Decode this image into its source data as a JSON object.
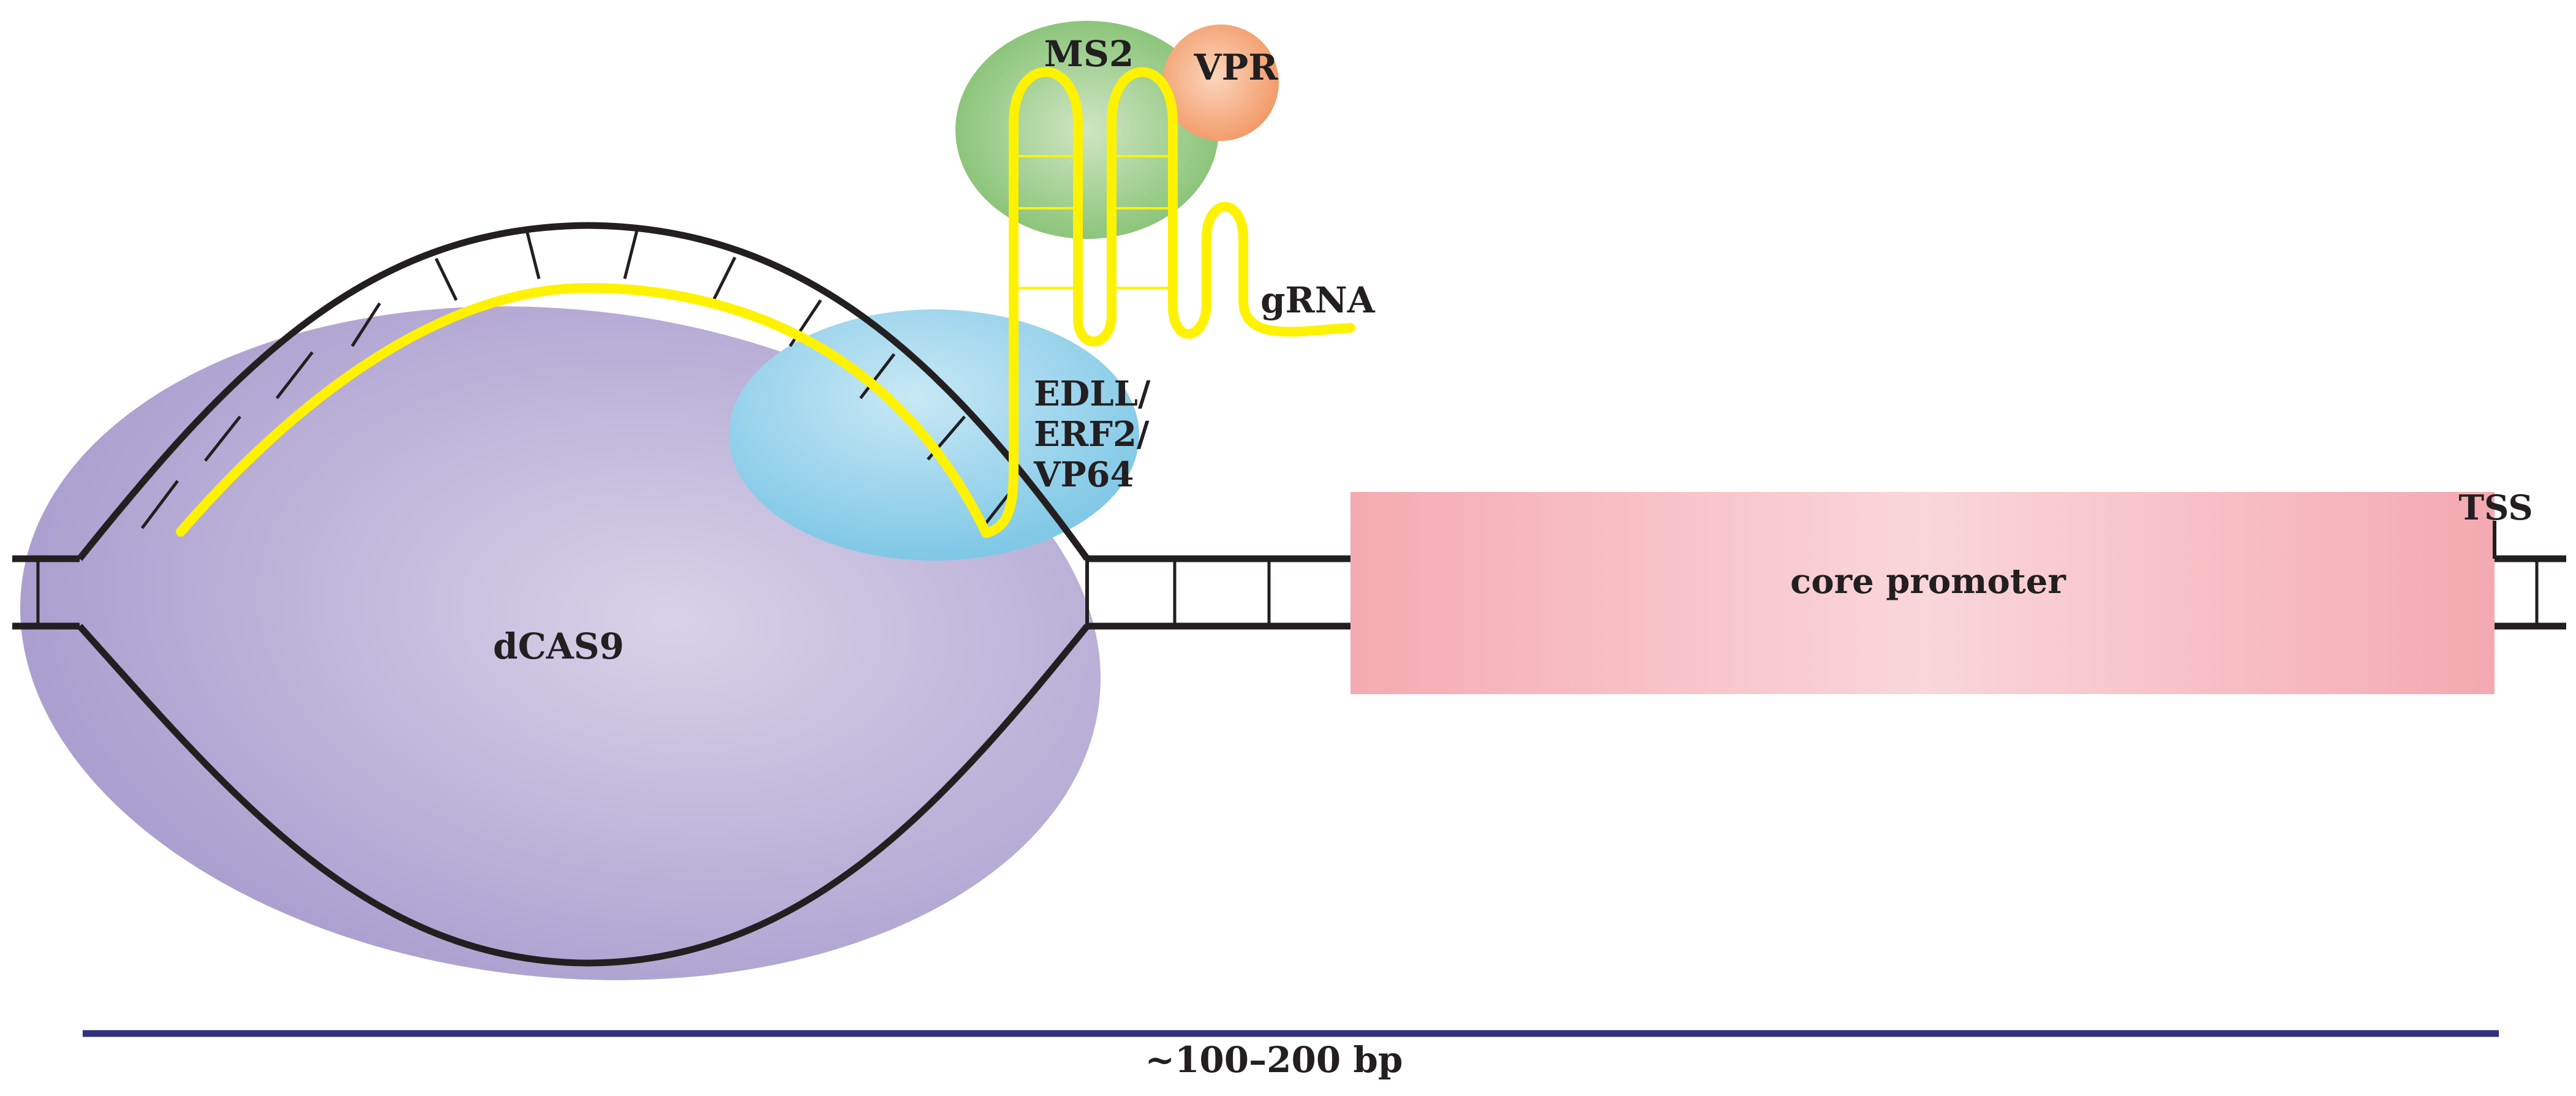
{
  "labels": {
    "ms2": "MS2",
    "vpr": "VPR",
    "grna": "gRNA",
    "activator_line1": "EDLL/",
    "activator_line2": "ERF2/",
    "activator_line3": "VP64",
    "dcas9": "dCAS9",
    "tss": "TSS",
    "core_promoter": "core promoter",
    "scale_label": "~100–200 bp"
  },
  "colors": {
    "dcas9": "#b4a9d4",
    "activator": "#7ac6e6",
    "ms2": "#8cc47c",
    "vpr": "#f49a6a",
    "grna": "#fff200",
    "dna": "#231f20",
    "promoter": "#f4a8b0",
    "scale_bar": "#2e3179"
  }
}
